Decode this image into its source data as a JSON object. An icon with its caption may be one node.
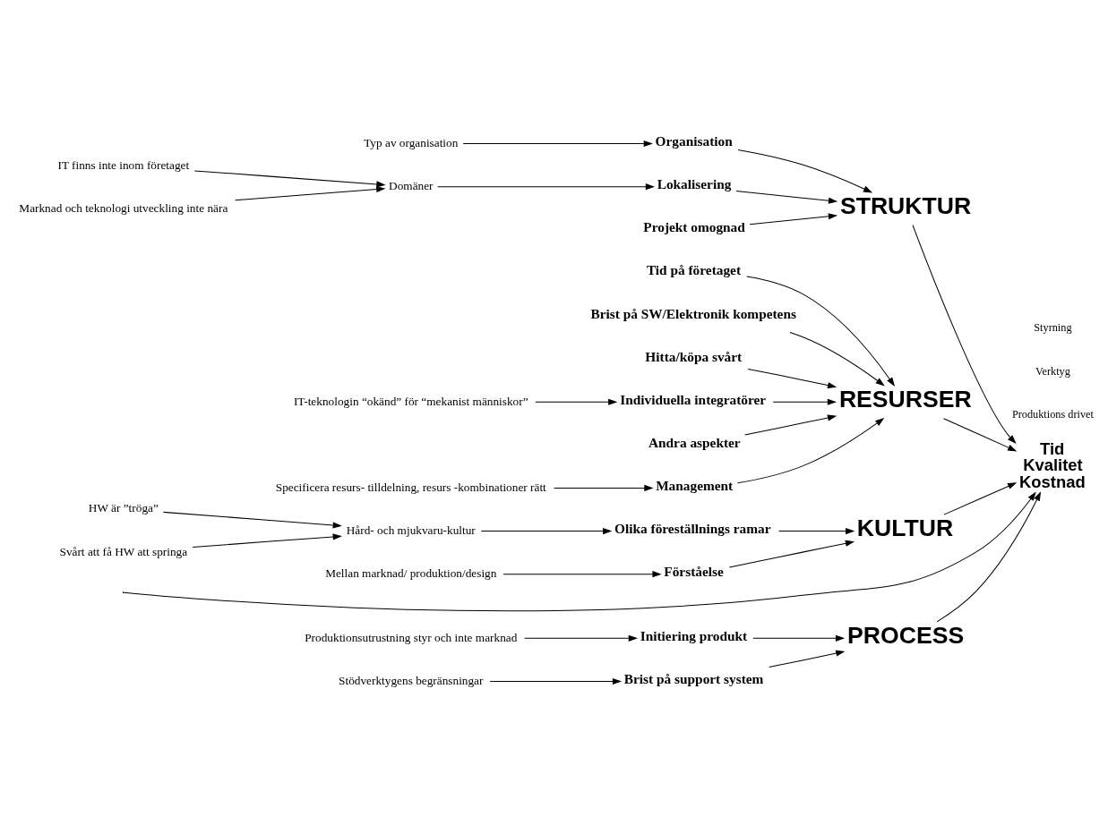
{
  "diagram": {
    "nodes": [
      {
        "text": [
          "PROCESS"
        ]
      },
      {
        "text": [
          "STRUKTUR"
        ]
      },
      {
        "text": [
          "RESURSER"
        ]
      },
      {
        "text": [
          "KULTUR"
        ]
      },
      {
        "text": [
          "Tid Kvalitet Kostnad"
        ]
      },
      {
        "text": [
          "Initiering produkt"
        ]
      },
      {
        "text": [
          "Produktionsutrustning styr och inte marknad"
        ]
      },
      {
        "text": [
          "Brist på support system"
        ]
      },
      {
        "text": [
          "Stödverktygens begränsningar"
        ]
      },
      {
        "text": [
          "Organisation"
        ]
      },
      {
        "text": [
          "Typ av organisation"
        ]
      },
      {
        "text": [
          "Lokalisering"
        ]
      },
      {
        "text": [
          "Domäner"
        ]
      },
      {
        "text": [
          "IT finns inte inom företaget"
        ]
      },
      {
        "text": [
          "Marknad och teknologi utveckling inte nära"
        ]
      },
      {
        "text": [
          "Projekt omognad"
        ]
      },
      {
        "text": [
          "Tid på företaget"
        ]
      },
      {
        "text": [
          "Brist på SW/Elektronik kompetens"
        ]
      },
      {
        "text": [
          "Hitta/köpa svårt"
        ]
      },
      {
        "text": [
          "Individuella integratörer"
        ]
      },
      {
        "text": [
          "IT-teknologin “okänd” för “mekanist människor”"
        ]
      },
      {
        "text": [
          "Andra aspekter"
        ]
      },
      {
        "text": [
          "Management"
        ]
      },
      {
        "text": [
          "Specificera resurs- tilldelning, resurs -kombinationer rätt"
        ]
      },
      {
        "text": [
          "Olika föreställnings ramar"
        ]
      },
      {
        "text": [
          "Hård- och mjukvaru-kultur"
        ]
      },
      {
        "text": [
          "HW är ”tröga”"
        ]
      },
      {
        "text": [
          "Svårt att få HW att springa"
        ]
      },
      {
        "text": [
          "Förståelse"
        ]
      },
      {
        "text": [
          "Mellan marknad/ produktion/design"
        ]
      }
    ],
    "edges": [
      {
        "from": null,
        "to": 4,
        "arrow": "to"
      },
      {
        "from": 0,
        "to": 4,
        "arrow": "to"
      },
      {
        "from": 1,
        "to": 4,
        "arrow": "to"
      },
      {
        "from": 2,
        "to": 4,
        "arrow": "to"
      },
      {
        "from": 3,
        "to": 4,
        "arrow": "to"
      },
      {
        "from": 5,
        "to": 0,
        "arrow": "to"
      },
      {
        "from": 6,
        "to": 5,
        "arrow": "to"
      },
      {
        "from": 7,
        "to": 0,
        "arrow": "to"
      },
      {
        "from": 8,
        "to": 7,
        "arrow": "to"
      },
      {
        "from": 9,
        "to": 1,
        "arrow": "to"
      },
      {
        "from": 10,
        "to": 9,
        "arrow": "to"
      },
      {
        "from": 11,
        "to": 1,
        "arrow": "to"
      },
      {
        "from": 12,
        "to": 11,
        "arrow": "to"
      },
      {
        "from": 13,
        "to": 12,
        "arrow": "to"
      },
      {
        "from": 14,
        "to": 12,
        "arrow": "to"
      },
      {
        "from": 15,
        "to": 1,
        "arrow": "to"
      },
      {
        "from": 16,
        "to": 2,
        "arrow": "to"
      },
      {
        "from": 17,
        "to": 2,
        "arrow": "to"
      },
      {
        "from": 18,
        "to": 2,
        "arrow": "to"
      },
      {
        "from": 19,
        "to": 2,
        "arrow": "to"
      },
      {
        "from": 20,
        "to": 19,
        "arrow": "to"
      },
      {
        "from": 21,
        "to": 2,
        "arrow": "to"
      },
      {
        "from": 22,
        "to": 2,
        "arrow": "to"
      },
      {
        "from": 23,
        "to": 22,
        "arrow": "to"
      },
      {
        "from": 24,
        "to": 3,
        "arrow": "to"
      },
      {
        "from": 25,
        "to": 24,
        "arrow": "to"
      },
      {
        "from": 26,
        "to": 25,
        "arrow": "to"
      },
      {
        "from": 27,
        "to": 25,
        "arrow": "to"
      },
      {
        "from": 28,
        "to": 3,
        "arrow": "to"
      },
      {
        "from": 29,
        "to": 28,
        "arrow": "to"
      }
    ],
    "labels": [
      "Produktions drivet",
      "Verktyg",
      "Styrning"
    ]
  }
}
